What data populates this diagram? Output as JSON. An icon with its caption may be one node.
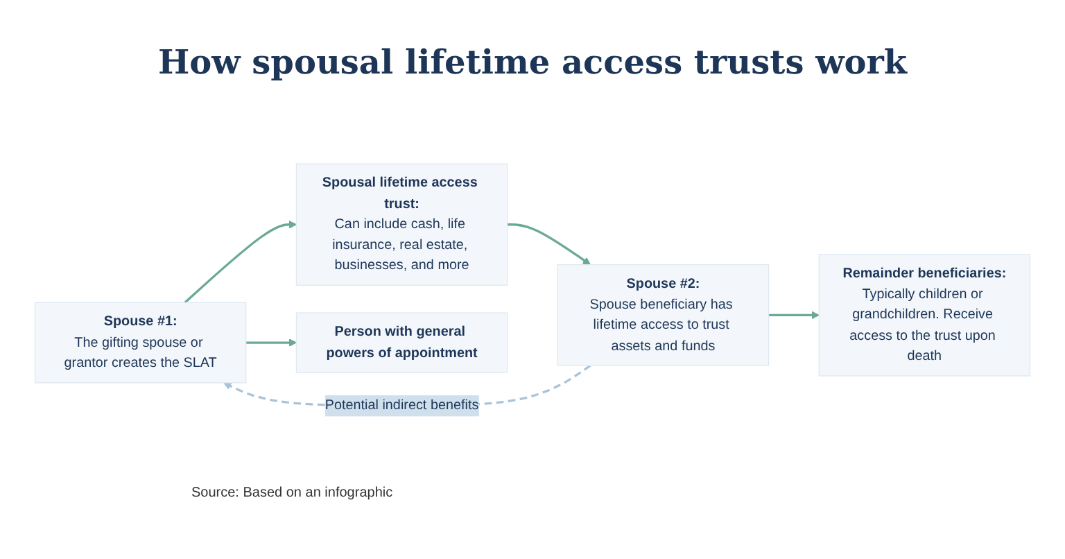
{
  "diagram": {
    "title": "How spousal lifetime access trusts work",
    "caption": "Source: Based on an infographic",
    "nodes": [
      {
        "text": [
          "Spouse #1:",
          "The gifting spouse or grantor creates the SLAT"
        ]
      },
      {
        "text": [
          "Spousal lifetime access trust:",
          "Can include cash, life insurance, real estate, businesses, and more"
        ]
      },
      {
        "text": [
          "Person with general powers of appointment"
        ]
      },
      {
        "text": [
          "Spouse #2:",
          "Spouse beneficiary has lifetime access to trust assets and funds"
        ]
      },
      {
        "text": [
          "Remainder beneficiaries:",
          "Typically children or grandchildren. Receive access to the trust upon death"
        ]
      }
    ],
    "edges": [
      {
        "from": 3,
        "to": 0,
        "arrow": "to",
        "label": "Potential indirect benefits",
        "style": "dashed",
        "color": "#a9c4d8"
      },
      {
        "from": 0,
        "to": 1,
        "arrow": "to"
      },
      {
        "from": 0,
        "to": 2,
        "arrow": "to"
      },
      {
        "from": 1,
        "to": 3,
        "arrow": "to"
      },
      {
        "from": 3,
        "to": 4,
        "arrow": "to"
      }
    ]
  }
}
